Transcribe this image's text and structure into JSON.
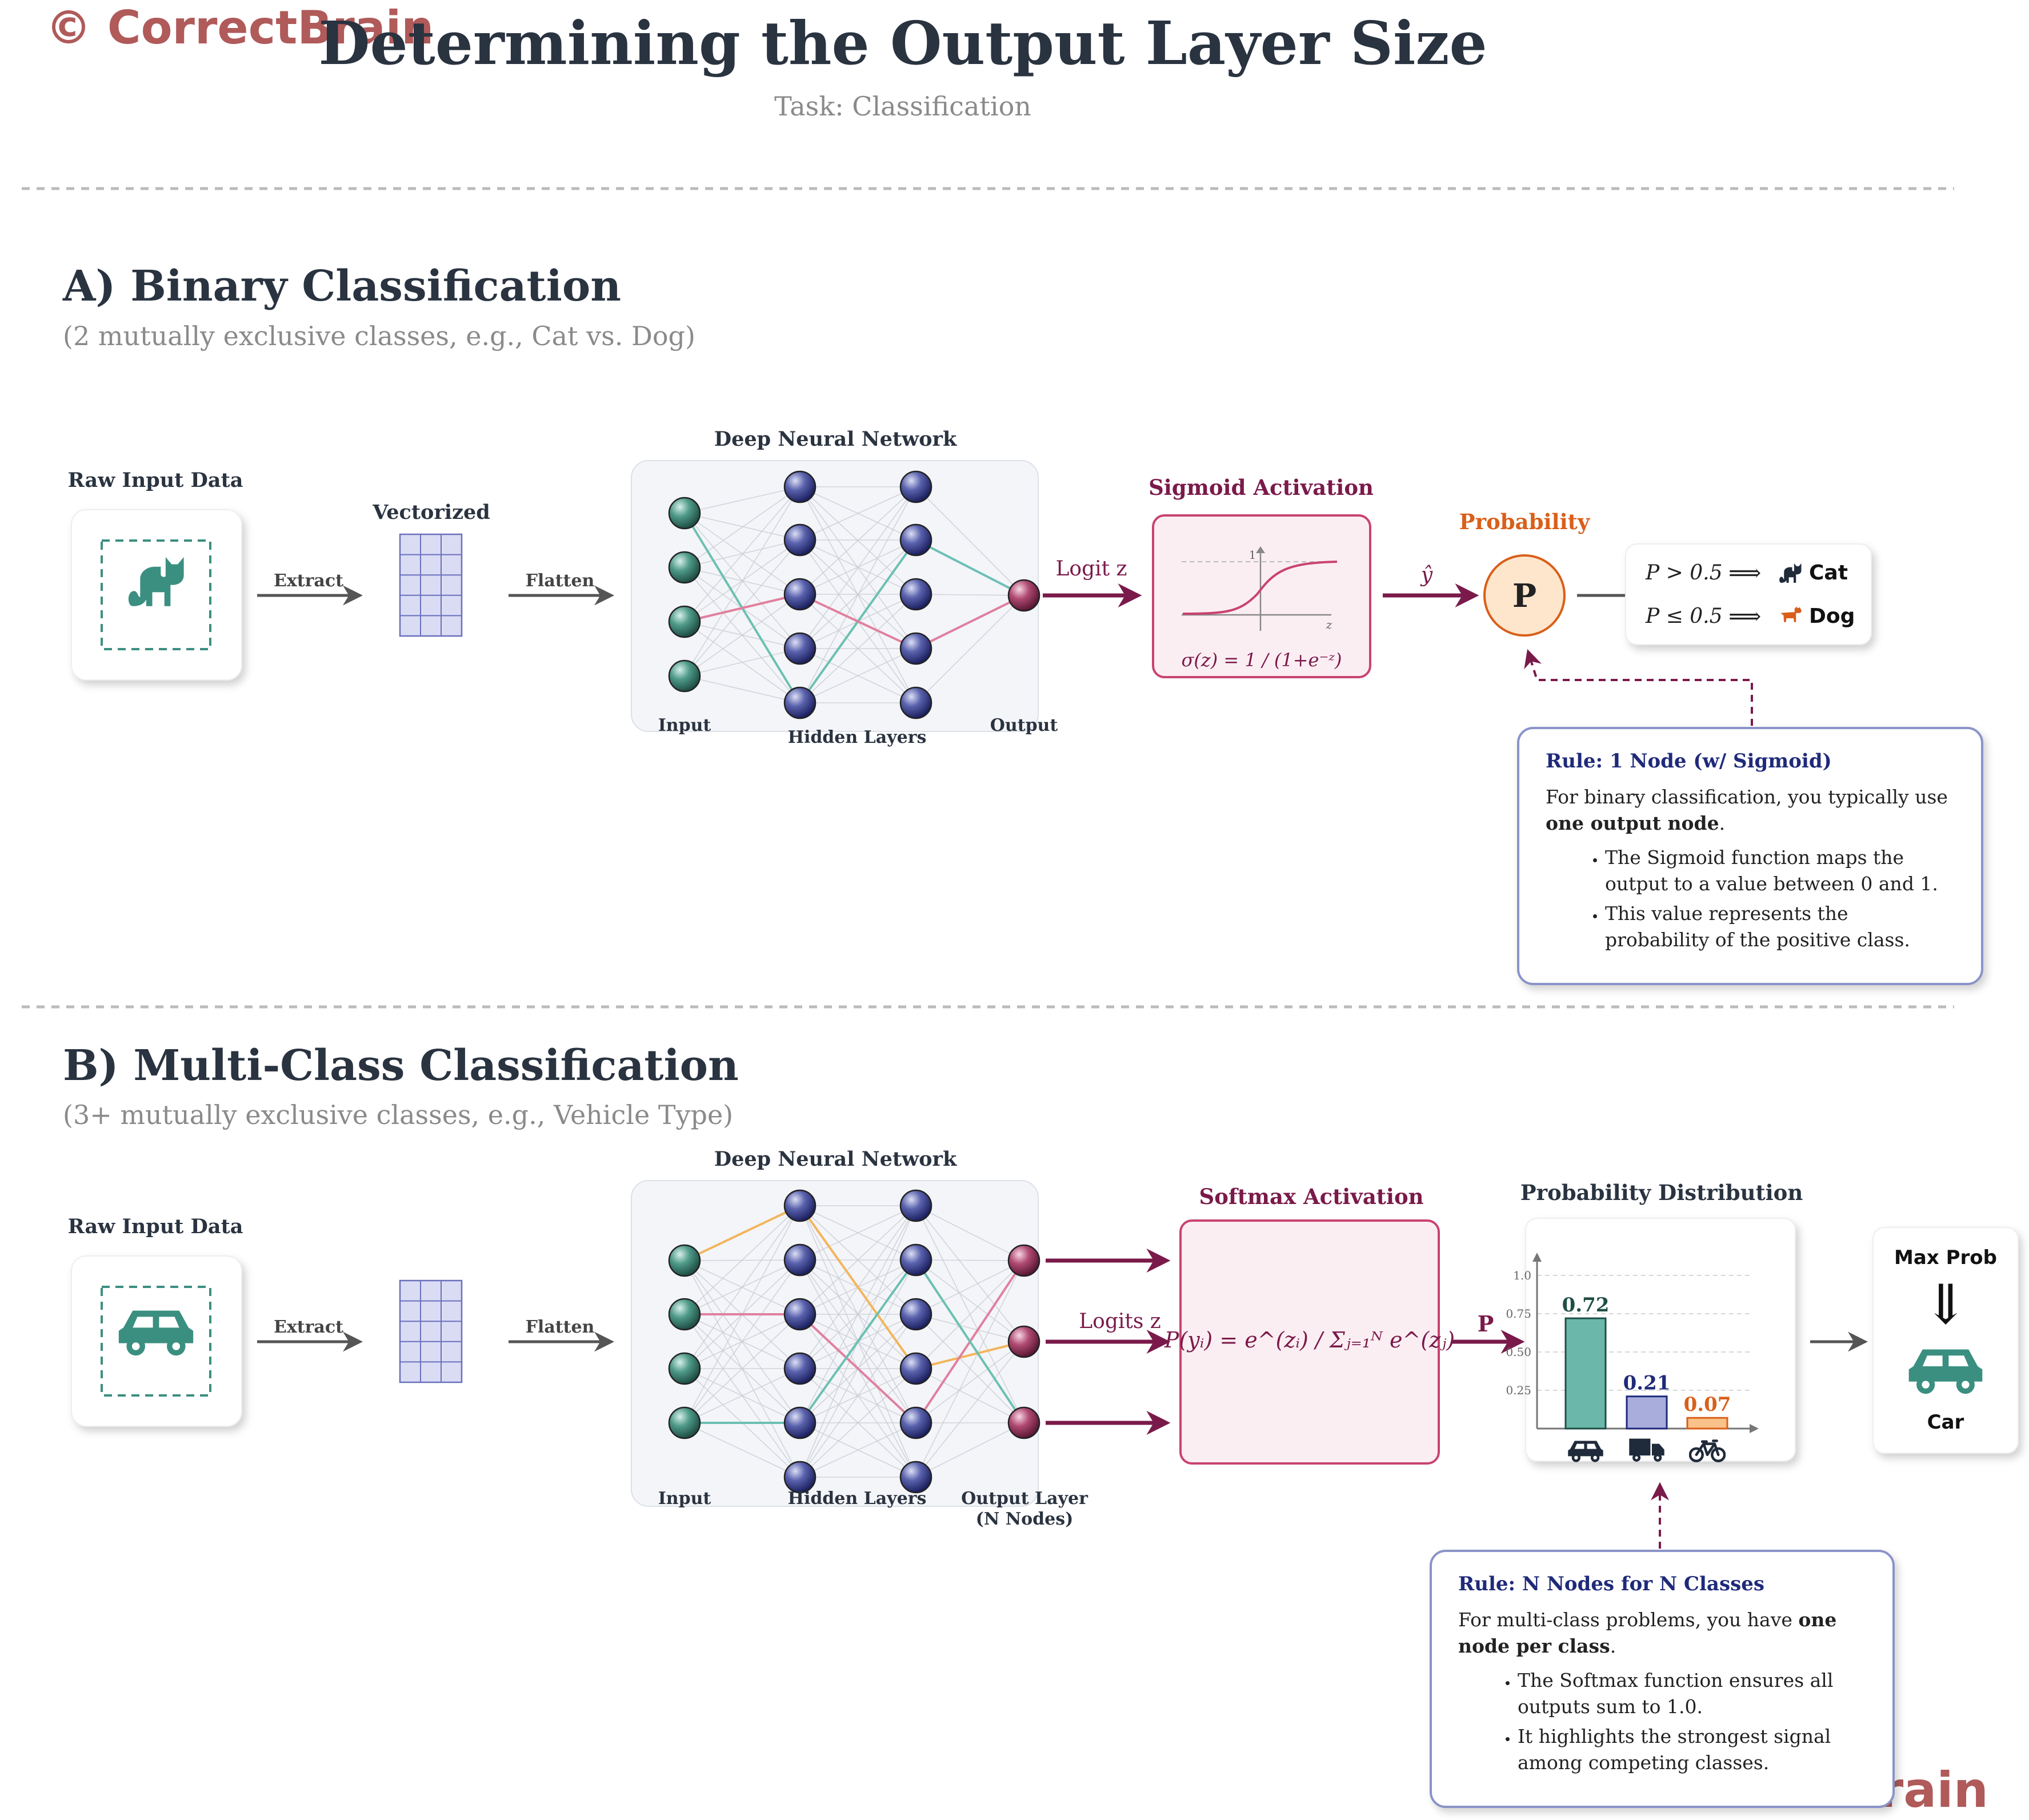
{
  "watermark": "© CorrectBrain",
  "title": "Determining the Output Layer Size",
  "subtitle": "Task: Classification",
  "colors": {
    "maroon": "#7a1a4a",
    "orange": "#d95f1a",
    "navy": "#1f2a7a",
    "teal": "#3a8f80",
    "input_node": "#3a7f6e",
    "hidden_node": "#3d4590",
    "output_node": "#9a3560",
    "watermark": "#b05a5a",
    "edge_teal": "#6cc0b2",
    "edge_pink": "#e0809e",
    "edge_orange": "#f2b55c"
  },
  "section_a": {
    "heading": "A) Binary Classification",
    "sub": "(2 mutually exclusive classes, e.g., Cat vs. Dog)",
    "raw_label": "Raw Input Data",
    "raw_icon": "cat-icon",
    "extract": "Extract",
    "vectorized": "Vectorized",
    "flatten": "Flatten",
    "network_title": "Deep Neural Network",
    "input_label": "Input",
    "hidden_label": "Hidden Layers",
    "output_label": "Output",
    "logit_label": "Logit z",
    "activation_title": "Sigmoid Activation",
    "sigmoid_one": "1",
    "sigmoid_z": "z",
    "sigmoid_formula": "σ(z) = 1 / (1+e⁻ᶻ)",
    "yhat": "ŷ",
    "prob_title": "Probability",
    "prob_node": "P",
    "decision": [
      {
        "cond": "P > 0.5",
        "arrow": "⟹",
        "icon": "cat-icon",
        "label": "Cat"
      },
      {
        "cond": "P ≤ 0.5",
        "arrow": "⟹",
        "icon": "dog-icon",
        "label": "Dog"
      }
    ],
    "rule_title": "Rule: 1 Node (w/ Sigmoid)",
    "rule_text_pre": "For binary classification, you typically use ",
    "rule_text_bold": "one output node",
    "rule_text_post": ".",
    "rule_bullets": [
      "The Sigmoid function maps the output to a value between 0 and 1.",
      "This value represents the probability of the positive class."
    ]
  },
  "section_b": {
    "heading": "B) Multi-Class Classification",
    "sub": "(3+ mutually exclusive classes, e.g., Vehicle Type)",
    "raw_label": "Raw Input Data",
    "raw_icon": "car-icon",
    "extract": "Extract",
    "flatten": "Flatten",
    "network_title": "Deep Neural Network",
    "input_label": "Input",
    "hidden_label": "Hidden Layers",
    "output_label_1": "Output Layer",
    "output_label_2": "(N Nodes)",
    "logits_label": "Logits z",
    "activation_title": "Softmax Activation",
    "softmax_formula": "P(yᵢ) = e^(zᵢ) / Σⱼ₌₁ᴺ e^(zⱼ)",
    "p_label": "P",
    "dist_title": "Probability Distribution",
    "max_prob": "Max Prob",
    "max_arrow": "⇓",
    "result_icon": "car-icon",
    "result": "Car",
    "rule_title": "Rule: N Nodes for N Classes",
    "rule_text_pre": "For multi-class problems, you have ",
    "rule_text_bold": "one node per class",
    "rule_text_post": ".",
    "rule_bullets": [
      "The Softmax function ensures all outputs sum to 1.0.",
      "It highlights the strongest signal among competing classes."
    ]
  },
  "chart_data": {
    "type": "bar",
    "categories": [
      "car-icon",
      "truck-icon",
      "bicycle-icon"
    ],
    "values": [
      0.72,
      0.21,
      0.07
    ],
    "value_labels": [
      "0.72",
      "0.21",
      "0.07"
    ],
    "bar_colors": [
      "#6bb8aa",
      "#a9addc",
      "#f8c28a"
    ],
    "label_colors": [
      "#1f4f46",
      "#1f2a7a",
      "#d95f1a"
    ],
    "yticks": [
      0.25,
      0.5,
      0.75,
      1.0
    ],
    "ytick_labels": [
      "0.25",
      "0.50",
      "0.75",
      "1.0"
    ],
    "ylim": [
      0,
      1.0
    ],
    "grid": true
  }
}
